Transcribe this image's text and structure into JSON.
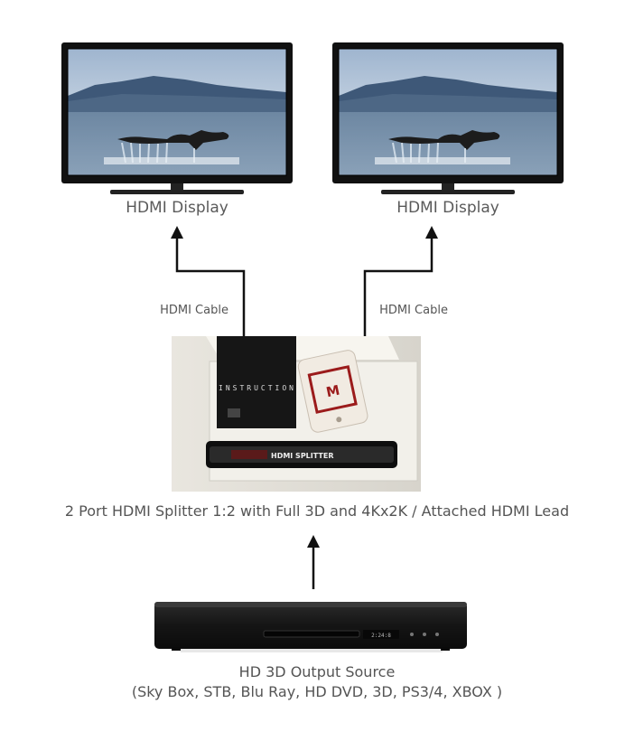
{
  "displays": [
    {
      "label": "HDMI Display",
      "cable_label": "HDMI Cable"
    },
    {
      "label": "HDMI Display",
      "cable_label": "HDMI Cable"
    }
  ],
  "splitter": {
    "label": "2 Port HDMI Splitter 1:2 with Full 3D and 4Kx2K / Attached HDMI Lead",
    "box_text": "INSTRUCTION",
    "device_text": "HDMI SPLITTER"
  },
  "source": {
    "line1": "HD 3D Output Source",
    "line2": "(Sky Box, STB, Blu Ray, HD DVD, 3D, PS3/4, XBOX )"
  },
  "colors": {
    "arrow": "#111111",
    "tv_frame": "#111111",
    "sky": "#8fa7c4",
    "water": "#6f8aa3",
    "mountain": "#3e5878",
    "player_body": "#1a1a1a"
  }
}
